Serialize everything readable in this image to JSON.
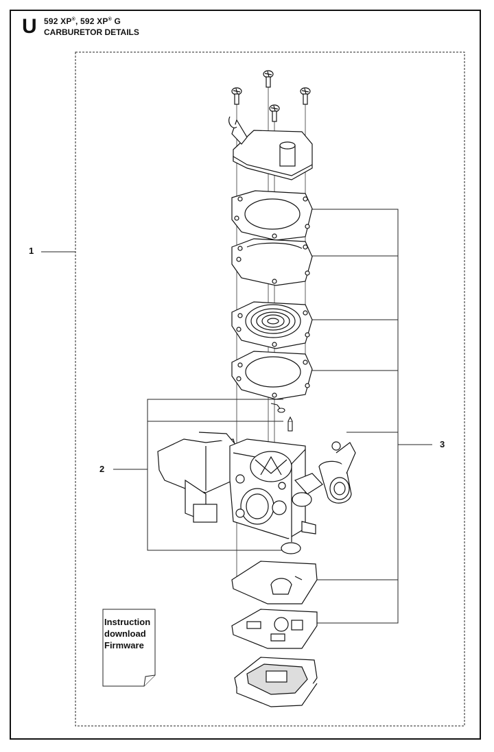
{
  "header": {
    "section_letter": "U",
    "model_a": "592 XP",
    "reg": "®",
    "model_sep": ", 592 XP",
    "model_suffix": " G",
    "title": "CARBURETOR DETAILS"
  },
  "callouts": {
    "c1": "1",
    "c2": "2",
    "c3": "3"
  },
  "note": {
    "line1": "Instruction",
    "line2": "download",
    "line3": "Firmware"
  }
}
